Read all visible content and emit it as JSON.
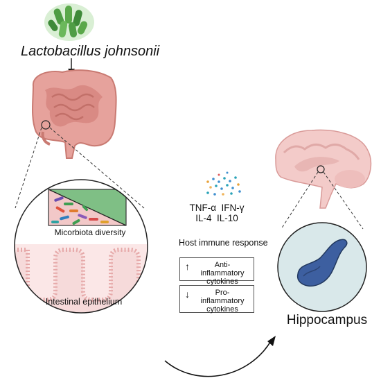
{
  "figure": {
    "bacteria_label": "Lactobacillus johnsonii",
    "gut_zoom": {
      "diversity_label": "Micorbiota diversity",
      "epithelium_label": "Intestinal epithelium"
    },
    "cytokines": {
      "row1": "TNF-α  IFN-γ",
      "row2": "IL-4  IL-10"
    },
    "immune": {
      "title": "Host immune response",
      "up_box": "Anti-inflammatory cytokines",
      "down_box": "Pro-inflammatory cytokines",
      "up_symbol": "↑",
      "down_symbol": "↓"
    },
    "brain_label": "Hippocampus"
  },
  "colors": {
    "bacteria_green": "#5aa84a",
    "intestine_pink": "#e6a29c",
    "epithelium_pink": "#f2c8c8",
    "diversity_green": "#7fbf85",
    "brain_pink": "#f0c8c8",
    "hippocampus_blue": "#3d5fa0",
    "zoom_circle_fill": "#d9e8ea"
  }
}
